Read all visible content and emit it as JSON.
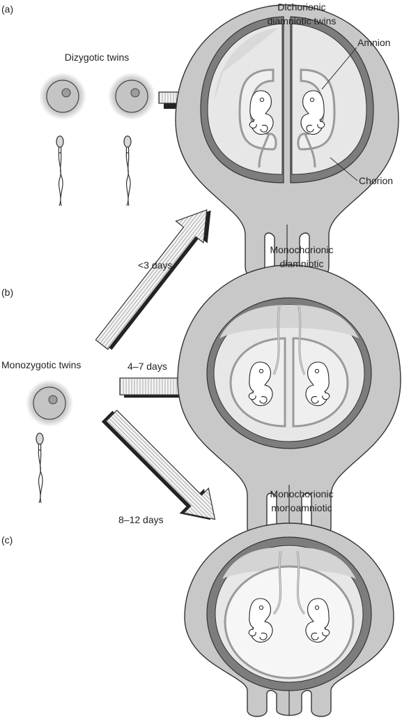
{
  "panels": {
    "a": "(a)",
    "b": "(b)",
    "c": "(c)"
  },
  "labels": {
    "dizygotic": "Dizygotic twins",
    "monozygotic": "Monozygotic twins",
    "dcda_line1": "Dichorionic",
    "dcda_line2": "diamniotic twins",
    "mcda_line1": "Monochorionic",
    "mcda_line2": "diamniotic",
    "mcma_line1": "Monochorionic",
    "mcma_line2": "monoamniotic",
    "amnion": "Amnion",
    "chorion": "Chorion"
  },
  "arrows": {
    "lt3": "<3 days",
    "d4to7": "4–7 days",
    "d8to12": "8–12 days"
  }
}
